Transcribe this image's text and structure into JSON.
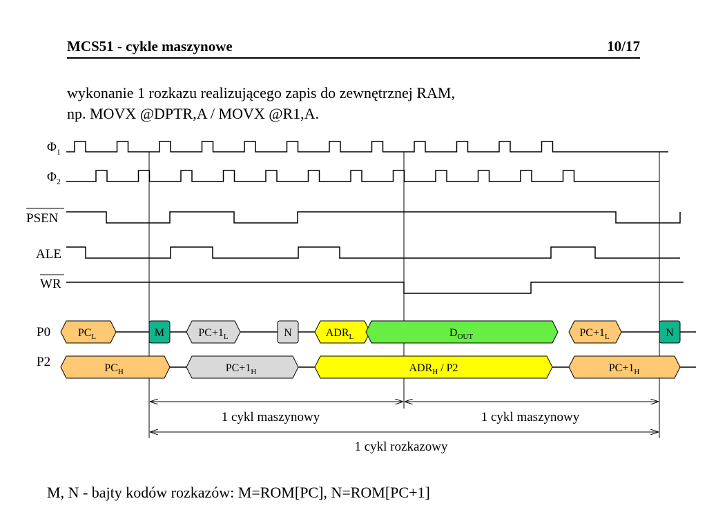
{
  "header": {
    "title": "MCS51 - cykle maszynowe",
    "page": "10/17"
  },
  "intro": {
    "line1": "wykonanie 1 rozkazu realizującego zapis do zewnętrznej RAM,",
    "line2": "np. MOVX @DPTR,A / MOVX @R1,A."
  },
  "signals": {
    "phi1": {
      "base": "Φ",
      "sub": "1"
    },
    "phi2": {
      "base": "Φ",
      "sub": "2"
    },
    "psen": "PSEN",
    "ale": "ALE",
    "wr": "WR",
    "p0": "P0",
    "p2": "P2"
  },
  "p0_bus": [
    {
      "main": "PC",
      "sub": "L",
      "color": "#ffc872"
    },
    {
      "main": "M",
      "sub": "",
      "color": "#12b48c"
    },
    {
      "main": "PC+1",
      "sub": "L",
      "color": "#d9d9d9"
    },
    {
      "main": "N",
      "sub": "",
      "color": "#d9d9d9"
    },
    {
      "main": "ADR",
      "sub": "L",
      "color": "#ffff00"
    },
    {
      "main": "D",
      "sub": "OUT",
      "color": "#66ee44"
    },
    {
      "main": "PC+1",
      "sub": "L",
      "color": "#ffc872"
    },
    {
      "main": "N",
      "sub": "",
      "color": "#12b48c"
    }
  ],
  "p2_bus": [
    {
      "main": "PC",
      "sub": "H",
      "tail": "",
      "color": "#ffc872"
    },
    {
      "main": "PC+1",
      "sub": "H",
      "tail": "",
      "color": "#d9d9d9"
    },
    {
      "main": "ADR",
      "sub": "H",
      "tail": " / P2",
      "color": "#ffff00"
    },
    {
      "main": "PC+1",
      "sub": "H",
      "tail": "",
      "color": "#ffc872"
    }
  ],
  "spans": {
    "machine1": "1 cykl maszynowy",
    "machine2": "1 cykl maszynowy",
    "instruction": "1 cykl rozkazowy"
  },
  "footer": "M, N - bajty kodów rozkazów: M=ROM[PC], N=ROM[PC+1]"
}
